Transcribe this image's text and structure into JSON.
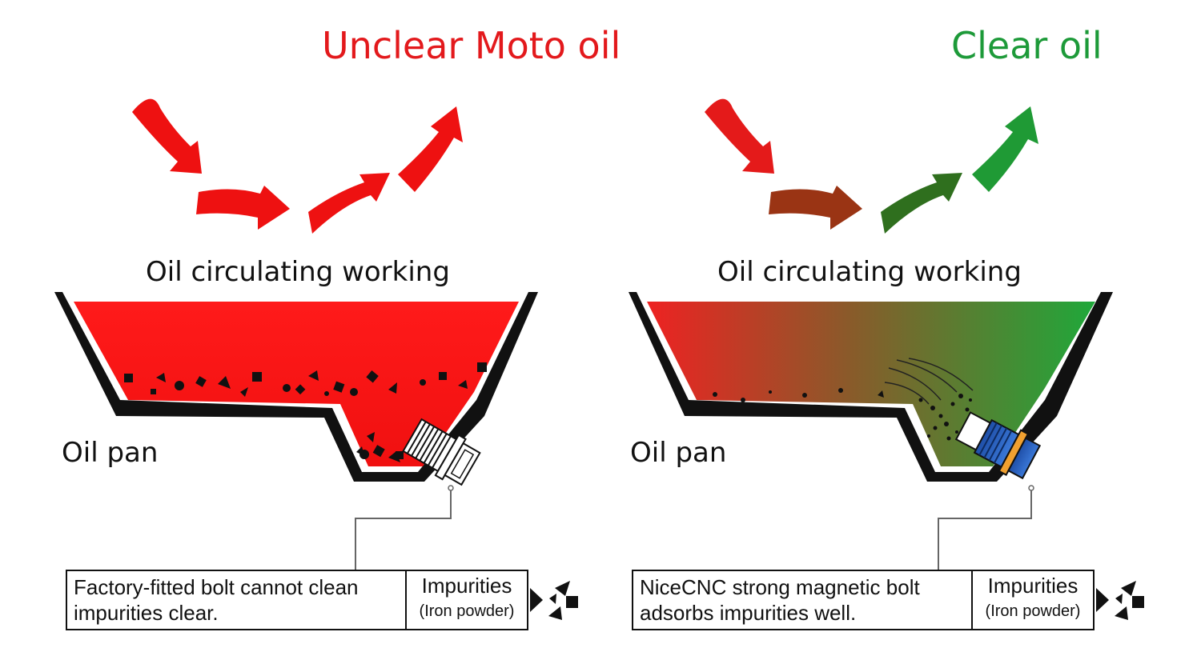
{
  "panels": [
    {
      "title": "Unclear Moto oil",
      "title_color": "#e3191c",
      "circulating": "Oil circulating working",
      "pan_label": "Oil pan",
      "description": [
        "Factory-fitted bolt cannot clean",
        "impurities clear."
      ],
      "impurities_label": "Impurities",
      "impurities_sub": "(Iron powder)",
      "oil_color": "#ff1a1a"
    },
    {
      "title": "Clear oil",
      "title_color": "#1d9a39",
      "circulating": "Oil circulating working",
      "pan_label": "Oil pan",
      "description": [
        "NiceCNC strong magnetic bolt",
        "adsorbs impurities well."
      ],
      "impurities_label": "Impurities",
      "impurities_sub": "(Iron powder)",
      "oil_color_start": "#ee2222",
      "oil_color_end": "#1fa83a"
    }
  ],
  "icons": [
    "arrow-icon",
    "oil-pan-icon",
    "drain-bolt-icon",
    "magnetic-bolt-icon",
    "iron-powder-icon"
  ]
}
